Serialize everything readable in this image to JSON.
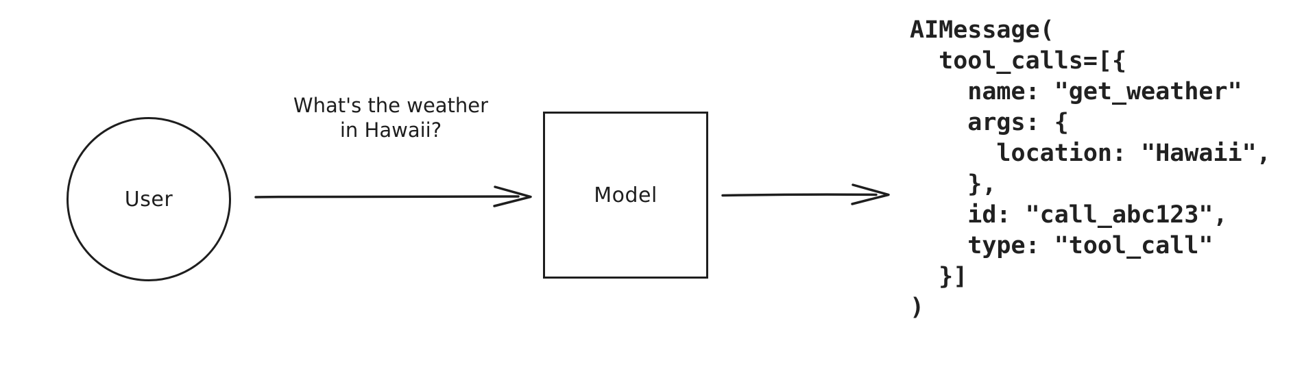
{
  "diagram": {
    "user_node_label": "User",
    "model_node_label": "Model",
    "arrow1_label_line1": "What's the weather",
    "arrow1_label_line2": "in Hawaii?",
    "colors": {
      "ink": "#1e1e1e",
      "background": "#ffffff"
    }
  },
  "code": {
    "text": "AIMessage(\n  tool_calls=[{\n    name: \"get_weather\"\n    args: {\n      location: \"Hawaii\",\n    },\n    id: \"call_abc123\",\n    type: \"tool_call\"\n  }]\n)",
    "tool_call": {
      "name": "get_weather",
      "args_location": "Hawaii",
      "id": "call_abc123",
      "type": "tool_call"
    }
  }
}
